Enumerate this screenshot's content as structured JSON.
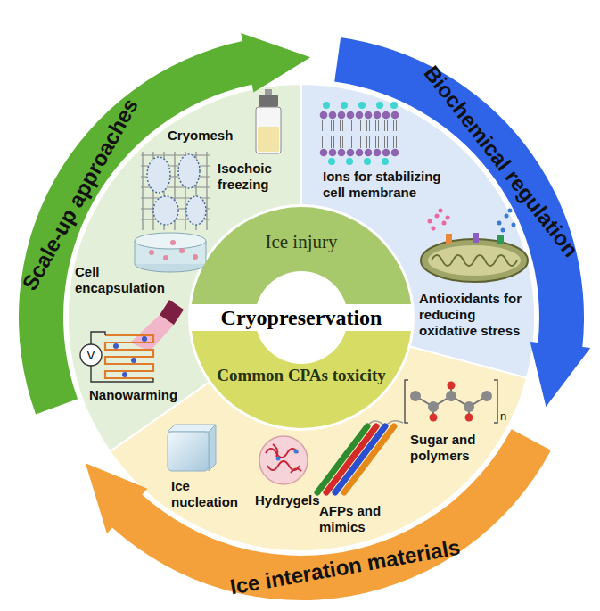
{
  "diagram": {
    "nodes": [
      {
        "text": [
          "Scale-up approaches"
        ]
      },
      {
        "text": [
          "Biochemical regulation"
        ]
      },
      {
        "text": [
          "Ice interation materials"
        ]
      },
      {
        "text": [
          "Ice injury"
        ]
      },
      {
        "text": [
          "Cryopreservation"
        ]
      },
      {
        "text": [
          "Common CPAs toxicity"
        ]
      }
    ],
    "labels": [
      "Isochoic freezing",
      "Cryomesh",
      "Cell encapsulation",
      "V",
      "Nanowarming",
      "Ions for stabilizing cell membrane",
      "Antioxidants for reducing oxidative stress",
      "Sugar and polymers",
      "n",
      "AFPs and mimics",
      "Hydrygels",
      "Ice nucleation"
    ]
  }
}
